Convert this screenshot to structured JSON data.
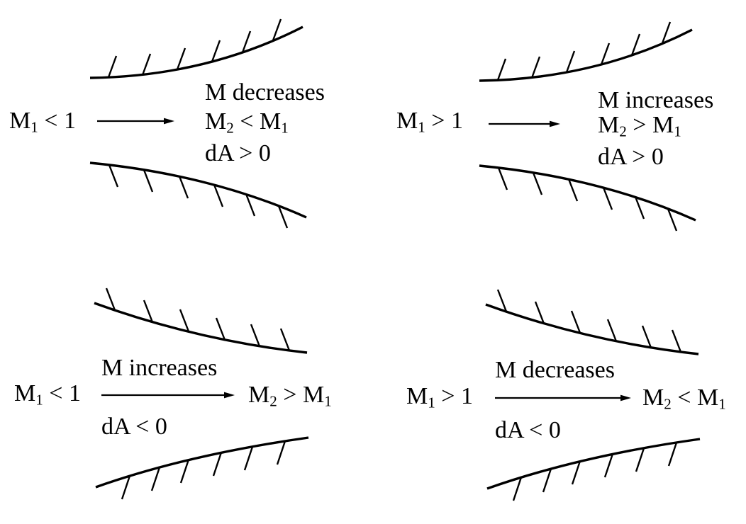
{
  "colors": {
    "ink": "#000000",
    "background": "#ffffff"
  },
  "quadrants": [
    {
      "id": "top-left",
      "duct": "diverging",
      "inlet_m": "M",
      "inlet_sub": "1",
      "inlet_rel": " < 1",
      "trend": "M decreases",
      "mach_a": "M",
      "mach_a_sub": "2",
      "mach_op": " < ",
      "mach_b": "M",
      "mach_b_sub": "1",
      "area": "dA > 0"
    },
    {
      "id": "top-right",
      "duct": "diverging",
      "inlet_m": "M",
      "inlet_sub": "1",
      "inlet_rel": " > 1",
      "trend": "M increases",
      "mach_a": "M",
      "mach_a_sub": "2",
      "mach_op": " > ",
      "mach_b": "M",
      "mach_b_sub": "1",
      "area": "dA > 0"
    },
    {
      "id": "bottom-left",
      "duct": "converging",
      "inlet_m": "M",
      "inlet_sub": "1",
      "inlet_rel": " < 1",
      "trend": "M increases",
      "mach_a": "M",
      "mach_a_sub": "2",
      "mach_op": " > ",
      "mach_b": "M",
      "mach_b_sub": "1",
      "area": "dA < 0"
    },
    {
      "id": "bottom-right",
      "duct": "converging",
      "inlet_m": "M",
      "inlet_sub": "1",
      "inlet_rel": " > 1",
      "trend": "M decreases",
      "mach_a": "M",
      "mach_a_sub": "2",
      "mach_op": " < ",
      "mach_b": "M",
      "mach_b_sub": "1",
      "area": "dA < 0"
    }
  ]
}
